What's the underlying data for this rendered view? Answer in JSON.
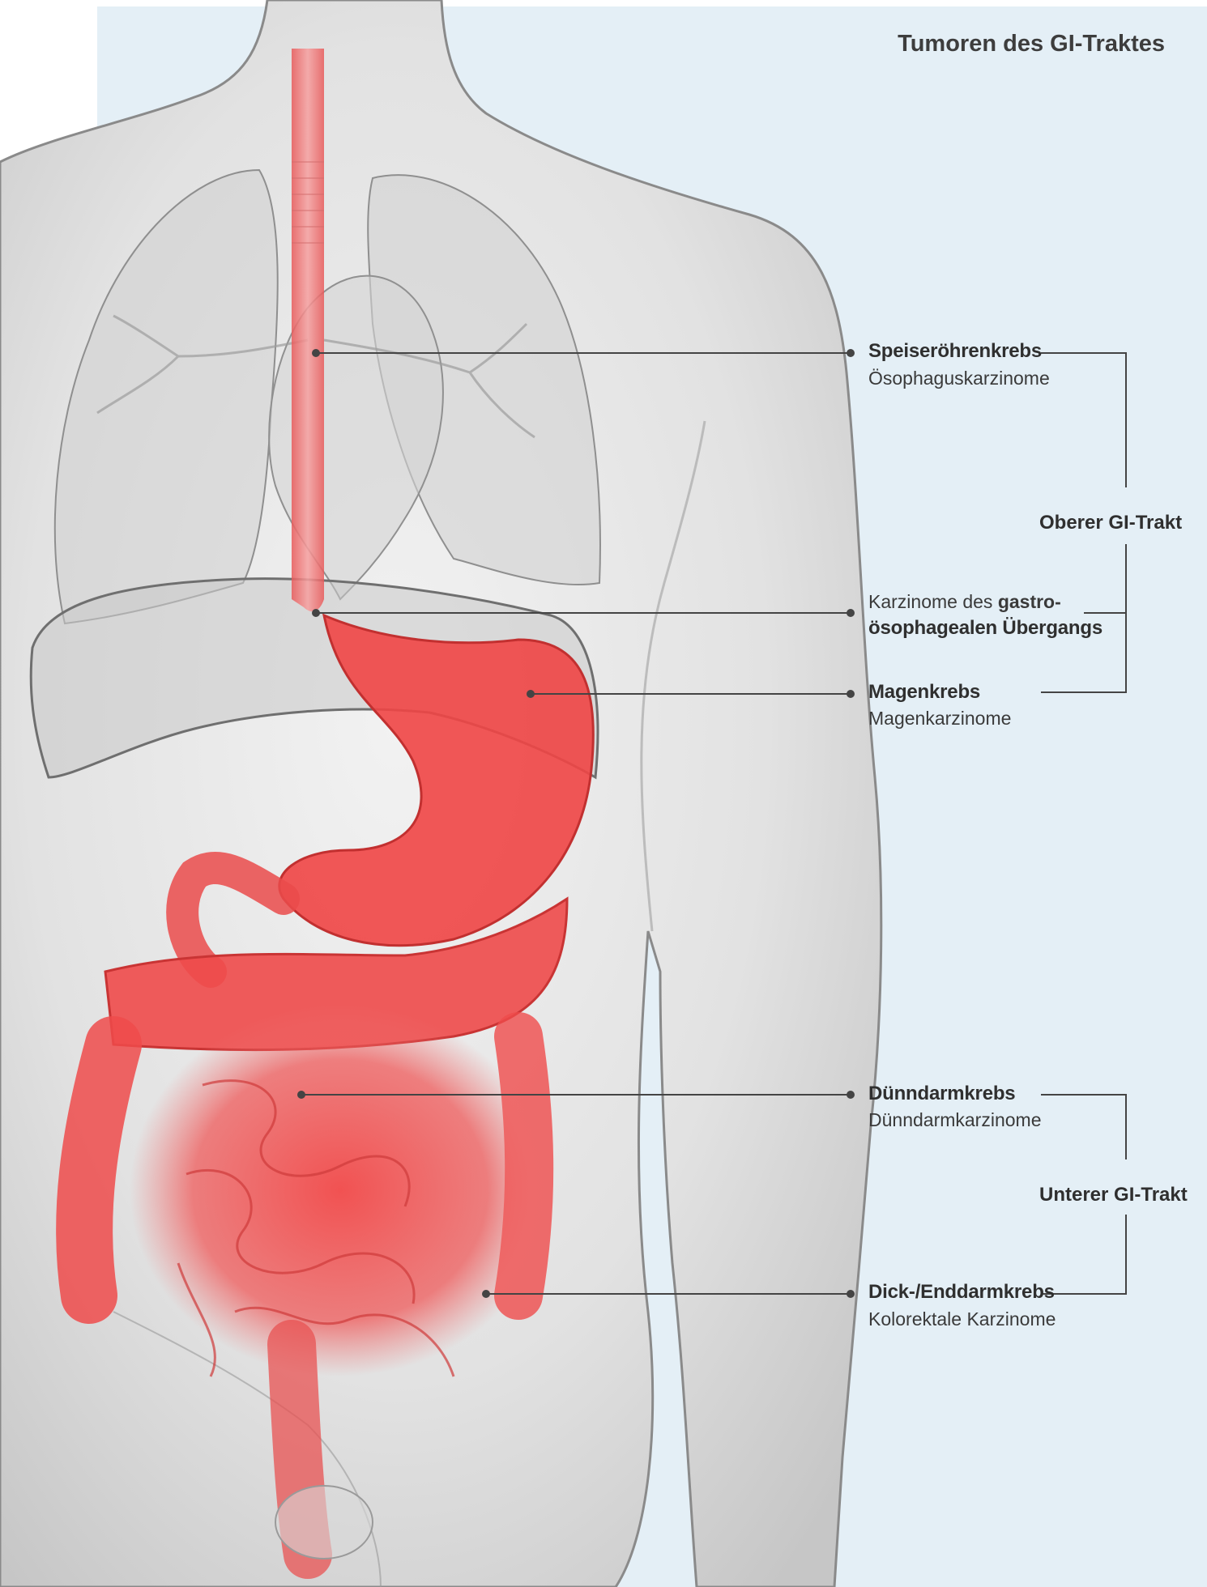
{
  "title": "Tumoren des GI-Traktes",
  "labels": {
    "esophagus": {
      "main": "Speiseröhrenkrebs",
      "sub": "Ösophaguskarzinome"
    },
    "gej": {
      "prefix": "Karzinome des ",
      "bold1": "gastro-",
      "bold2": "ösophagealen Übergangs"
    },
    "stomach": {
      "main": "Magenkrebs",
      "sub": "Magenkarzinome"
    },
    "small_intestine": {
      "main": "Dünndarmkrebs",
      "sub": "Dünndarmkarzinome"
    },
    "colorectal": {
      "main": "Dick-/Enddarmkrebs",
      "sub": "Kolorektale Karzinome"
    }
  },
  "groups": {
    "upper": "Oberer GI-Trakt",
    "lower": "Unterer GI-Trakt"
  },
  "colors": {
    "background": "#e4eff6",
    "body": "#d9d9d9",
    "organ_highlight": "#ef4a4a",
    "line": "#444444"
  }
}
